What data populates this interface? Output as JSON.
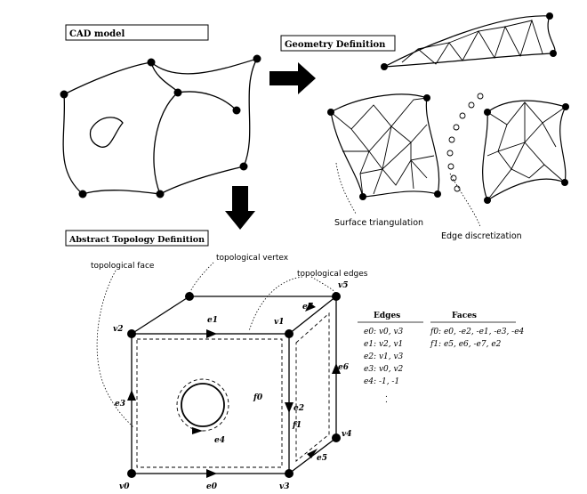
{
  "section_labels": {
    "cad_model": "CAD model",
    "geometry_definition": "Geometry Definition",
    "abstract_topology": "Abstract Topology Definition"
  },
  "annotations": {
    "surface_triangulation": "Surface triangulation",
    "edge_discretization": "Edge discretization",
    "topological_face": "topological face",
    "topological_vertex": "topological vertex",
    "topological_edges": "topological edges"
  },
  "vertex_labels": {
    "v0": "v0",
    "v1": "v1",
    "v2": "v2",
    "v3": "v3",
    "v4": "v4",
    "v5": "v5"
  },
  "edge_labels": {
    "e0": "e0",
    "e1": "e1",
    "e2": "e2",
    "e3": "e3",
    "e4": "e4",
    "e5": "e5",
    "e6": "e6",
    "e7": "e7"
  },
  "face_labels": {
    "f0": "f0",
    "f1": "f1"
  },
  "edges_table": {
    "header": "Edges",
    "rows": [
      "e0: v0, v3",
      "e1: v2, v1",
      "e2: v1, v3",
      "e3: v0, v2",
      "e4: -1, -1"
    ],
    "ellipsis": "."
  },
  "faces_table": {
    "header": "Faces",
    "rows": [
      "f0: e0, -e2, -e1, -e3, -e4",
      "f1: e5, e6, -e7, e2"
    ]
  }
}
